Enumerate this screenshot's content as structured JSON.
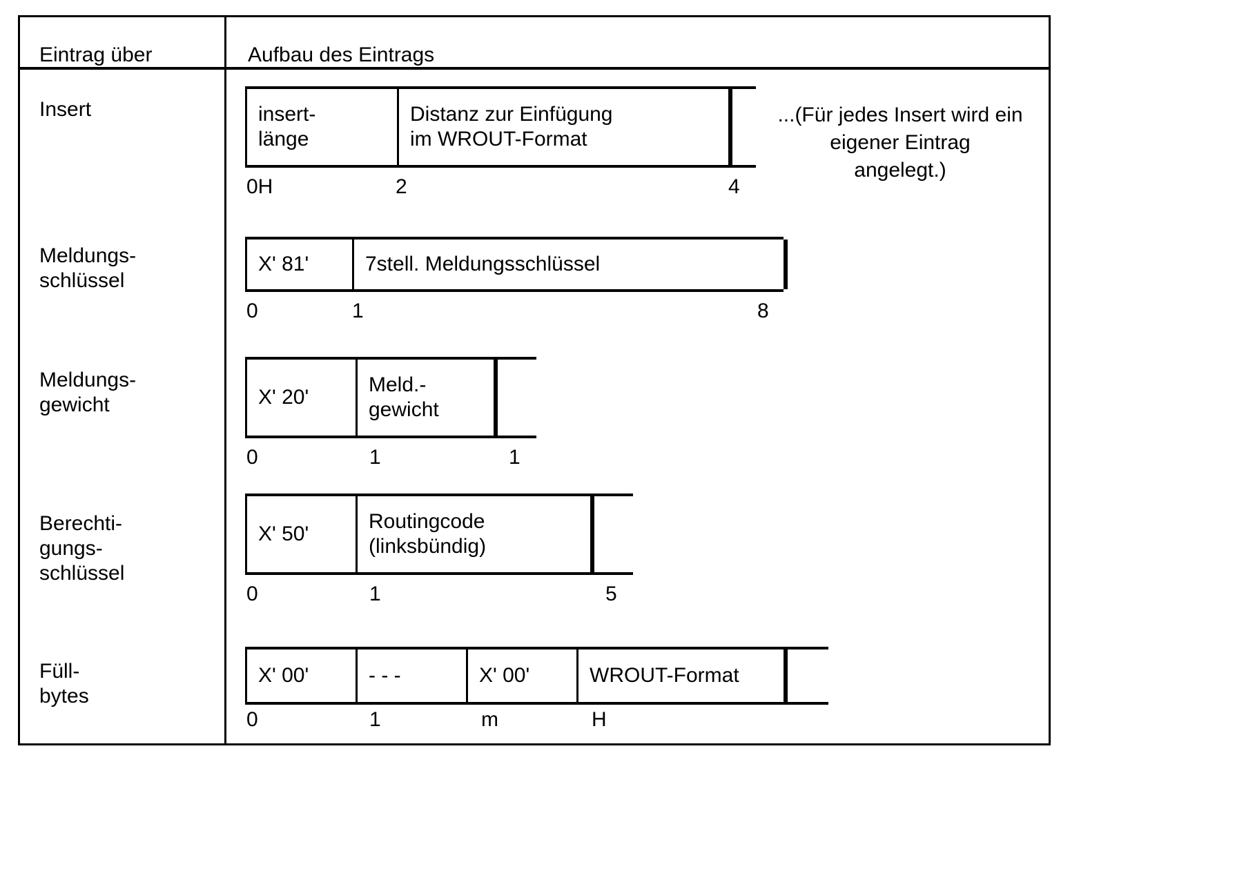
{
  "table": {
    "headers": {
      "col1": "Eintrag über",
      "col2": "Aufbau des Eintrags"
    },
    "rows": [
      {
        "label": "Insert",
        "fields": [
          {
            "text": "insert-\nlänge"
          },
          {
            "text": "Distanz zur Einfügung\nim WROUT-Format"
          }
        ],
        "ruler": [
          "0H",
          "2",
          "4"
        ],
        "note": "...(Für jedes Insert wird ein\neigener Eintrag\nangelegt.)"
      },
      {
        "label": "Meldungs-\nschlüssel",
        "fields": [
          {
            "text": "X' 81'"
          },
          {
            "text": "7stell. Meldungsschlüssel"
          }
        ],
        "ruler": [
          "0",
          "1",
          "8"
        ],
        "note": ""
      },
      {
        "label": "Meldungs-\ngewicht",
        "fields": [
          {
            "text": "X' 20'"
          },
          {
            "text": "Meld.-\ngewicht"
          }
        ],
        "ruler": [
          "0",
          "1",
          "1"
        ],
        "note": ""
      },
      {
        "label": "Berechti-\ngungs-\nschlüssel",
        "fields": [
          {
            "text": "X' 50'"
          },
          {
            "text": "Routingcode\n(linksbündig)"
          }
        ],
        "ruler": [
          "0",
          "1",
          "5"
        ],
        "note": ""
      },
      {
        "label": "Füll-\nbytes",
        "fields": [
          {
            "text": "X' 00'"
          },
          {
            "text": "- - -"
          },
          {
            "text": "X' 00'"
          },
          {
            "text": "WROUT-Format"
          }
        ],
        "ruler": [
          "0",
          "1",
          "m",
          "H"
        ],
        "note": ""
      }
    ]
  },
  "colors": {
    "ink": "#000000",
    "paper": "#ffffff"
  }
}
